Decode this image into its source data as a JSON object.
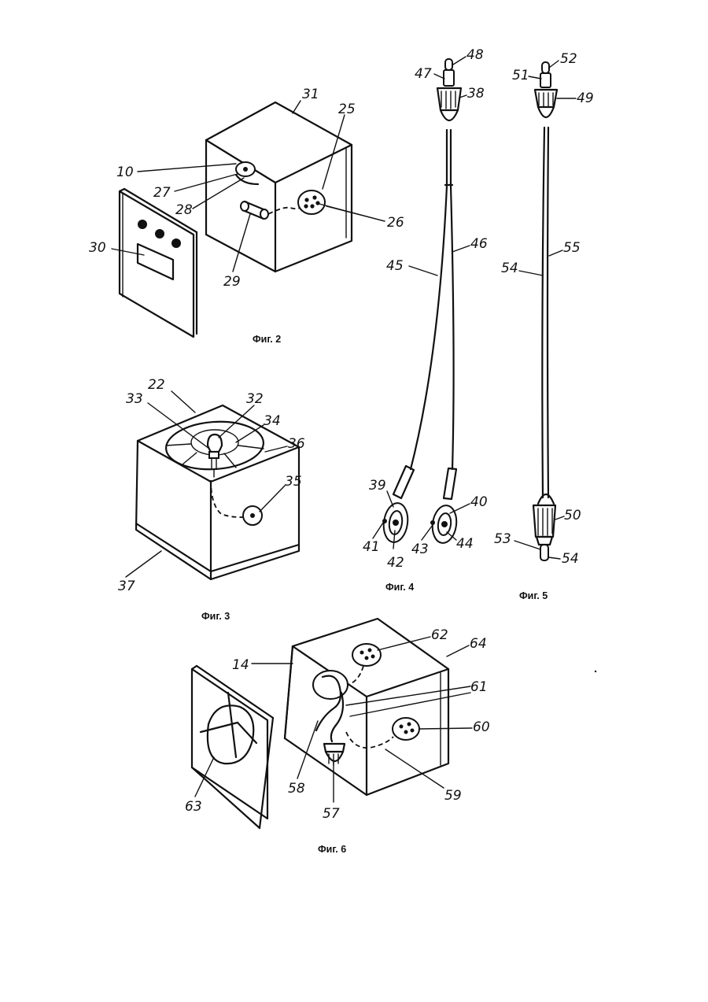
{
  "figures": {
    "fig2": {
      "caption": "Фиг. 2",
      "labels": {
        "n31": "31",
        "n25": "25",
        "n10": "10",
        "n27": "27",
        "n28": "28",
        "n26": "26",
        "n29": "29",
        "n30": "30"
      }
    },
    "fig3": {
      "caption": "Фиг. 3",
      "labels": {
        "n22": "22",
        "n33": "33",
        "n32": "32",
        "n34": "34",
        "n36": "36",
        "n35": "35",
        "n37": "37"
      }
    },
    "fig4": {
      "caption": "Фиг. 4",
      "labels": {
        "n47": "47",
        "n48": "48",
        "n38": "38",
        "n46": "46",
        "n45": "45",
        "n39": "39",
        "n40": "40",
        "n41": "41",
        "n42": "42",
        "n43": "43",
        "n44": "44"
      }
    },
    "fig5": {
      "caption": "Фиг. 5",
      "labels": {
        "n51": "51",
        "n52": "52",
        "n49": "49",
        "n55": "55",
        "n54a": "54",
        "n50": "50",
        "n53": "53",
        "n54b": "54"
      }
    },
    "fig6": {
      "caption": "Фиг. 6",
      "labels": {
        "n14": "14",
        "n62": "62",
        "n64": "64",
        "n61": "61",
        "n60": "60",
        "n58": "58",
        "n59": "59",
        "n57": "57",
        "n63": "63"
      }
    }
  }
}
